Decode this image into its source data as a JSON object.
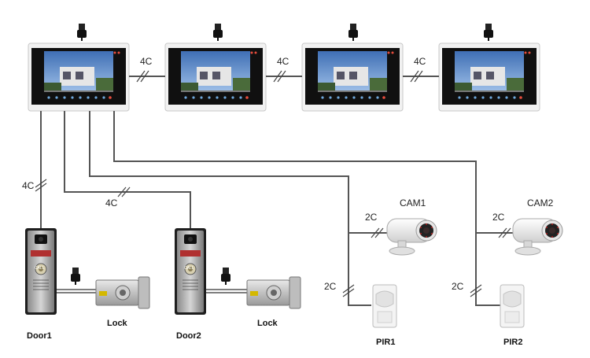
{
  "monitors": [
    {
      "id": "m1"
    },
    {
      "id": "m2"
    },
    {
      "id": "m3"
    },
    {
      "id": "m4"
    }
  ],
  "wire_labels": {
    "mon_link": "4C",
    "door1": "4C",
    "door2": "4C",
    "cam1": "2C",
    "cam2": "2C",
    "pir1": "2C",
    "pir2": "2C"
  },
  "devices": {
    "door1": "Door1",
    "door2": "Door2",
    "lock1": "Lock",
    "lock2": "Lock",
    "cam1": "CAM1",
    "cam2": "CAM2",
    "pir1": "PIR1",
    "pir2": "PIR2",
    "call": "CALL"
  },
  "colors": {
    "wire": "#555555",
    "monitor_frame": "#f2f2f2",
    "screen": "#111111",
    "panel": "#2a2a2a",
    "call_button": "#c0392b"
  }
}
